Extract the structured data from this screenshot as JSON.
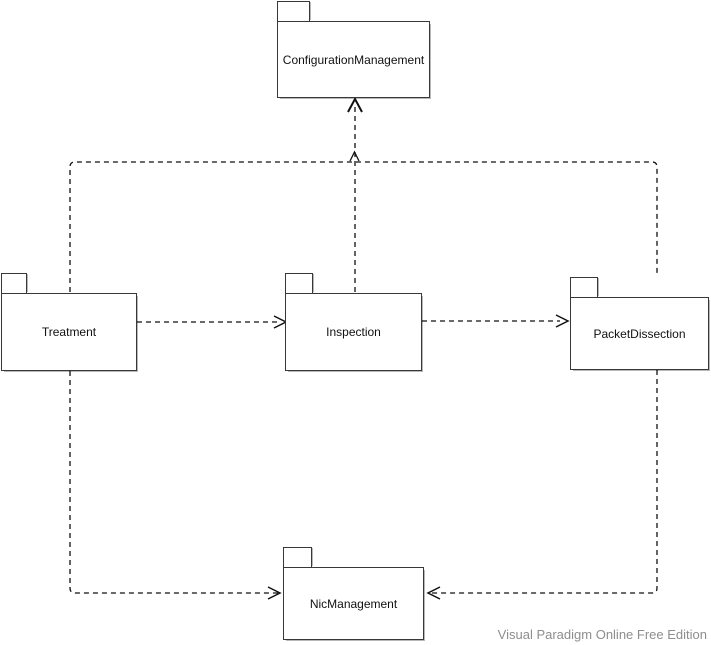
{
  "diagram": {
    "type": "uml-package-diagram",
    "packages": [
      {
        "name": "ConfigurationManagement"
      },
      {
        "name": "Treatment"
      },
      {
        "name": "Inspection"
      },
      {
        "name": "PacketDissection"
      },
      {
        "name": "NicManagement"
      }
    ],
    "dependencies": [
      {
        "from": "Treatment",
        "to": "Inspection",
        "style": "dashed-open-arrow"
      },
      {
        "from": "Inspection",
        "to": "PacketDissection",
        "style": "dashed-open-arrow"
      },
      {
        "from": "Inspection",
        "to": "ConfigurationManagement",
        "style": "dashed-open-arrow"
      },
      {
        "from": "Treatment",
        "to": "ConfigurationManagement",
        "style": "dashed-open-arrow"
      },
      {
        "from": "PacketDissection",
        "to": "ConfigurationManagement",
        "style": "dashed-open-arrow"
      },
      {
        "from": "Treatment",
        "to": "NicManagement",
        "style": "dashed-open-arrow"
      },
      {
        "from": "PacketDissection",
        "to": "NicManagement",
        "style": "dashed-open-arrow"
      }
    ],
    "colors": {
      "stroke": "#111111",
      "shape_fill": "#ffffff",
      "watermark": "#8e8e8e"
    },
    "watermark": "Visual Paradigm Online Free Edition"
  }
}
